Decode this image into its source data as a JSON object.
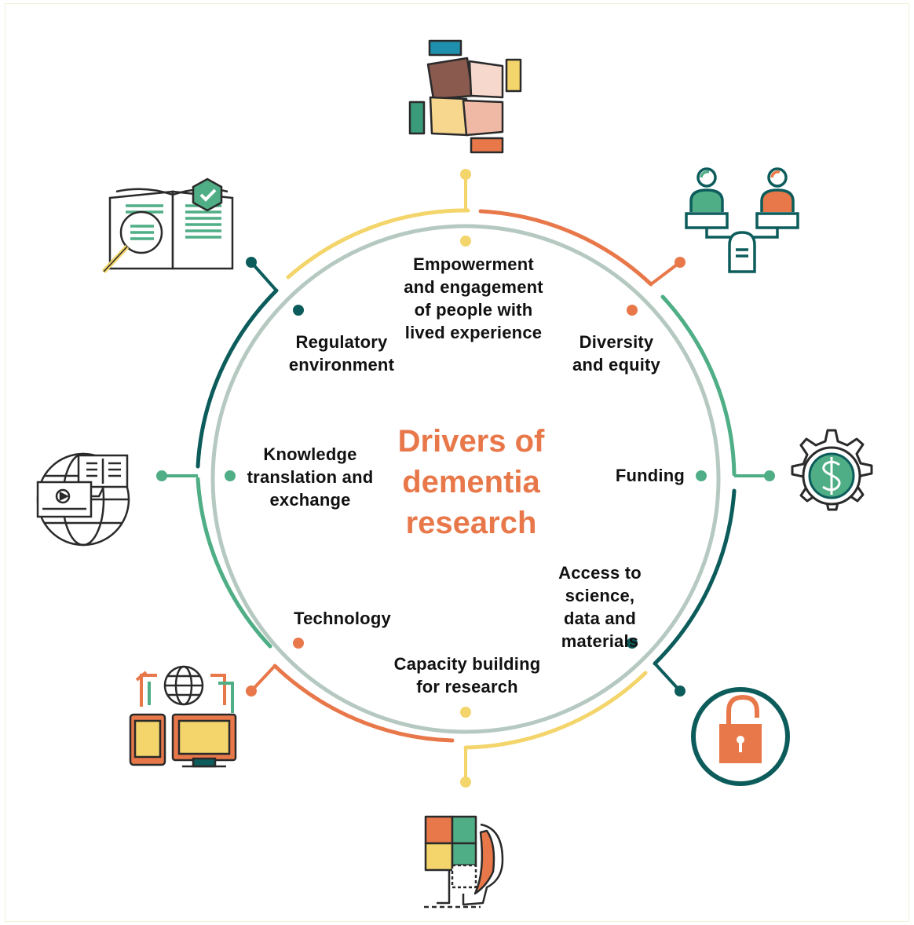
{
  "title": "Drivers of\ndementia\nresearch",
  "colors": {
    "orange": "#e8784a",
    "yellow": "#f3d56b",
    "green": "#4fae85",
    "teal": "#0d5c5c",
    "ring": "#b5c9c1"
  },
  "drivers": [
    {
      "id": "empowerment",
      "label": "Empowerment\nand engagement\nof people with\nlived experience",
      "color": "yellow",
      "icon": "hands-together-icon"
    },
    {
      "id": "diversity",
      "label": "Diversity\nand equity",
      "color": "orange",
      "icon": "people-balance-icon"
    },
    {
      "id": "funding",
      "label": "Funding",
      "color": "green",
      "icon": "dollar-gear-icon"
    },
    {
      "id": "access",
      "label": "Access to science,\ndata and\nmaterials",
      "color": "teal",
      "icon": "unlocked-padlock-icon"
    },
    {
      "id": "capacity",
      "label": "Capacity building\nfor research",
      "color": "yellow",
      "icon": "puzzle-head-icon"
    },
    {
      "id": "technology",
      "label": "Technology",
      "color": "orange",
      "icon": "devices-globe-icon"
    },
    {
      "id": "knowledge",
      "label": "Knowledge\ntranslation and\nexchange",
      "color": "green",
      "icon": "globe-media-icon"
    },
    {
      "id": "regulatory",
      "label": "Regulatory\nenvironment",
      "color": "teal",
      "icon": "book-magnifier-icon"
    }
  ]
}
